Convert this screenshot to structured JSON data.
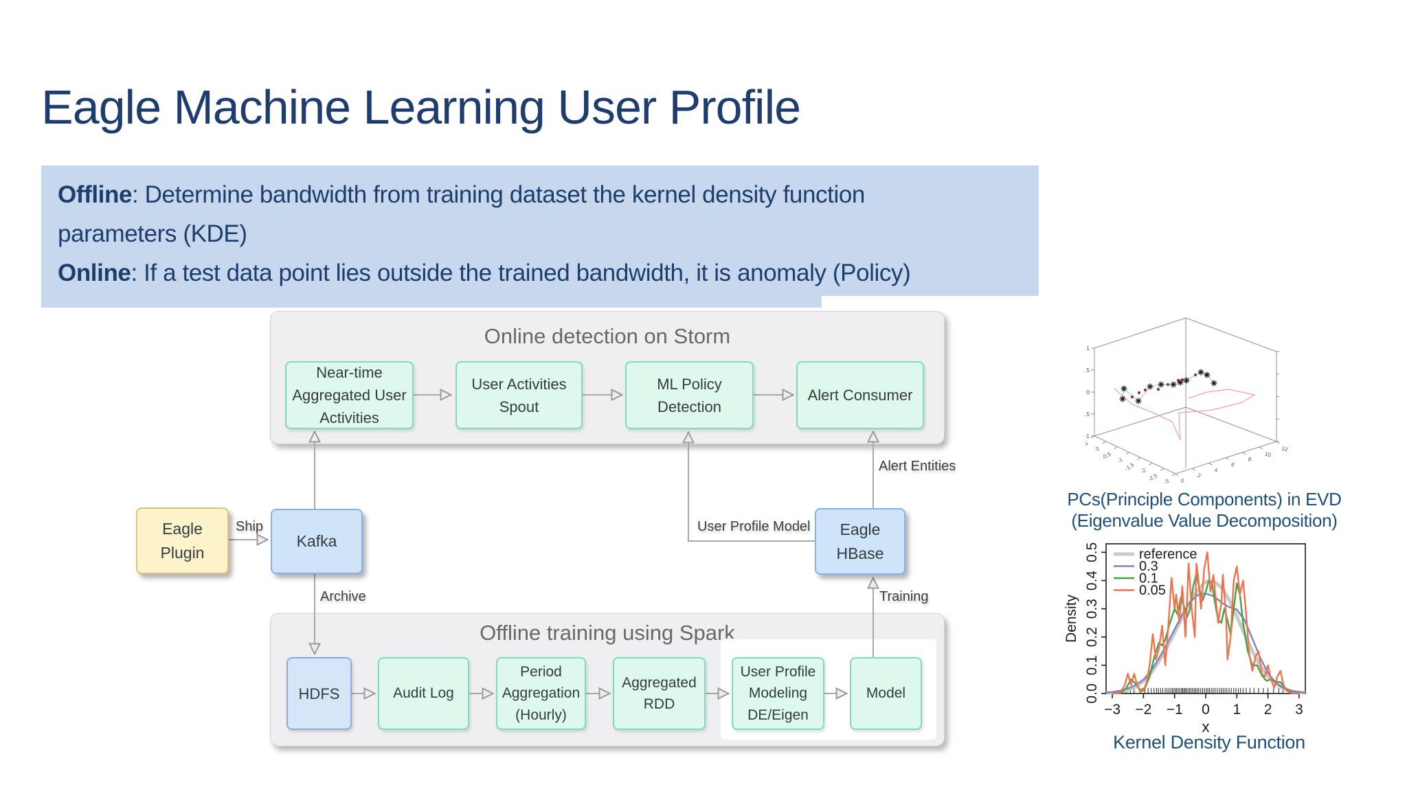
{
  "slide": {
    "title": "Eagle Machine Learning User Profile",
    "callout": {
      "offline_label": "Offline",
      "offline_text_line1": ": Determine bandwidth from training dataset the kernel density function",
      "offline_text_line2": "parameters (KDE)",
      "online_label": "Online",
      "online_text": ": If a test data point lies outside the trained bandwidth, it is anomaly (Policy)"
    }
  },
  "diagram": {
    "storm": {
      "title": "Online detection on Storm",
      "nodes": [
        "Near-time Aggregated User Activities",
        "User Activities Spout",
        "ML Policy Detection",
        "Alert Consumer"
      ]
    },
    "spark": {
      "title": "Offline training using Spark",
      "nodes": [
        "HDFS",
        "Audit Log",
        "Period Aggregation (Hourly)",
        "Aggregated RDD",
        "User Profile Modeling DE/Eigen",
        "Model"
      ]
    },
    "standalone_nodes": {
      "eagle_plugin": "Eagle Plugin",
      "kafka": "Kafka",
      "eagle_hbase": "Eagle HBase"
    },
    "edge_labels": {
      "ship": "Ship",
      "archive": "Archive",
      "user_profile_model": "User Profile Model",
      "alert_entities": "Alert Entities",
      "training": "Training"
    }
  },
  "figures": {
    "pcs_caption_line1": "PCs(Principle Components) in EVD",
    "pcs_caption_line2": "(Eigenvalue Value Decomposition)",
    "kde_caption": "Kernel Density Function"
  },
  "colors": {
    "title_navy": "#1e3c6e",
    "callout_bg": "#c6d7ee",
    "caption_blue": "#1f4e79",
    "container_gray": "#efeef0",
    "mint_fill": "#def8ee",
    "mint_border": "#7edcba",
    "blue_fill": "#cfe3f9",
    "blue_border": "#85b2ec",
    "yellow_fill": "#fcf3cb",
    "yellow_border": "#dcc27c",
    "arrow_gray": "#a8a8a8"
  },
  "chart_data": [
    {
      "type": "scatter",
      "subtype": "3d-scatter-projection",
      "caption": "PCs(Principle Components) in EVD (Eigenvalue Value Decomposition)",
      "z_ticks": [
        "1",
        "0.5",
        "0",
        "-0.5",
        "-1"
      ],
      "x_ticks": [
        "0.5",
        "0",
        "-0.5",
        "-1",
        "-1.5",
        "-2",
        "-2.5",
        "-3"
      ],
      "y_ticks": [
        "0",
        "2",
        "4",
        "6",
        "8",
        "10",
        "12"
      ],
      "note": "point coordinates are approximate 2D projections read off the rendered plot, in page px",
      "series": [
        {
          "name": "pc-connecting-line",
          "kind": "line",
          "color": "#9fd8e8",
          "points": [
            [
              1634,
              581
            ],
            [
              1636,
              566
            ],
            [
              1657,
              584
            ],
            [
              1674,
              563
            ],
            [
              1690,
              560
            ],
            [
              1708,
              560
            ],
            [
              1718,
              557
            ],
            [
              1727,
              554
            ],
            [
              1748,
              542
            ],
            [
              1757,
              546
            ],
            [
              1767,
              558
            ]
          ]
        },
        {
          "name": "trajectory-line",
          "kind": "line",
          "color": "#f2a2ae",
          "points": [
            [
              1622,
              566
            ],
            [
              1648,
              589
            ],
            [
              1678,
              601
            ],
            [
              1706,
              614
            ],
            [
              1718,
              641
            ],
            [
              1716,
              601
            ],
            [
              1745,
              599
            ],
            [
              1765,
              597
            ],
            [
              1808,
              586
            ],
            [
              1826,
              575
            ],
            [
              1788,
              567
            ],
            [
              1757,
              571
            ],
            [
              1730,
              580
            ]
          ]
        },
        {
          "name": "observation-dots",
          "kind": "dot",
          "color": "#b02424",
          "points": [
            [
              1648,
              578
            ],
            [
              1658,
              572
            ],
            [
              1667,
              568
            ],
            [
              1686,
              567
            ],
            [
              1700,
              560
            ],
            [
              1715,
              554
            ],
            [
              1721,
              553
            ],
            [
              1740,
              546
            ],
            [
              1756,
              546
            ]
          ]
        },
        {
          "name": "principal-component-markers",
          "kind": "asterisk",
          "color": "#1a1a1a",
          "points": [
            [
              1636,
              566
            ],
            [
              1634,
              581
            ],
            [
              1657,
              584
            ],
            [
              1674,
              563
            ],
            [
              1690,
              560
            ],
            [
              1708,
              560
            ],
            [
              1718,
              557
            ],
            [
              1727,
              554
            ],
            [
              1748,
              542
            ],
            [
              1757,
              546
            ],
            [
              1767,
              558
            ]
          ]
        }
      ]
    },
    {
      "type": "line",
      "title": "",
      "xlabel": "x",
      "ylabel": "Density",
      "xlim": [
        -3.2,
        3.2
      ],
      "ylim": [
        0,
        0.53
      ],
      "x_ticks": [
        -3,
        -2,
        -1,
        0,
        1,
        2,
        3
      ],
      "x_tick_labels": [
        "−3",
        "−2",
        "−1",
        "0",
        "1",
        "2",
        "3"
      ],
      "y_ticks": [
        0.0,
        0.1,
        0.2,
        0.3,
        0.4,
        0.5
      ],
      "y_tick_labels": [
        "0.0",
        "0.1",
        "0.2",
        "0.3",
        "0.4",
        "0.5"
      ],
      "legend_position": "top-left",
      "grid": false,
      "caption": "Kernel Density Function",
      "series": [
        {
          "name": "reference",
          "color": "#c9c9c9",
          "width": 5,
          "points": [
            [
              -3.2,
              0.002
            ],
            [
              -3,
              0.003
            ],
            [
              -2.75,
              0.006
            ],
            [
              -2.5,
              0.012
            ],
            [
              -2.25,
              0.024
            ],
            [
              -2,
              0.044
            ],
            [
              -1.75,
              0.074
            ],
            [
              -1.5,
              0.114
            ],
            [
              -1.25,
              0.162
            ],
            [
              -1,
              0.215
            ],
            [
              -0.75,
              0.27
            ],
            [
              -0.5,
              0.322
            ],
            [
              -0.25,
              0.368
            ],
            [
              0,
              0.396
            ],
            [
              0.25,
              0.398
            ],
            [
              0.5,
              0.376
            ],
            [
              0.75,
              0.332
            ],
            [
              1,
              0.273
            ],
            [
              1.25,
              0.21
            ],
            [
              1.5,
              0.15
            ],
            [
              1.75,
              0.099
            ],
            [
              2,
              0.061
            ],
            [
              2.25,
              0.035
            ],
            [
              2.5,
              0.018
            ],
            [
              2.75,
              0.009
            ],
            [
              3,
              0.004
            ],
            [
              3.2,
              0.002
            ]
          ]
        },
        {
          "name": "0.3",
          "color": "#7b80c7",
          "width": 2.4,
          "points": [
            [
              -3.2,
              0.003
            ],
            [
              -3,
              0.005
            ],
            [
              -2.75,
              0.01
            ],
            [
              -2.5,
              0.018
            ],
            [
              -2.25,
              0.03
            ],
            [
              -2,
              0.049
            ],
            [
              -1.75,
              0.081
            ],
            [
              -1.5,
              0.125
            ],
            [
              -1.25,
              0.174
            ],
            [
              -1,
              0.227
            ],
            [
              -0.75,
              0.28
            ],
            [
              -0.5,
              0.325
            ],
            [
              -0.25,
              0.349
            ],
            [
              0,
              0.354
            ],
            [
              0.25,
              0.345
            ],
            [
              0.5,
              0.323
            ],
            [
              0.75,
              0.306
            ],
            [
              1,
              0.297
            ],
            [
              1.25,
              0.26
            ],
            [
              1.5,
              0.194
            ],
            [
              1.75,
              0.127
            ],
            [
              2,
              0.073
            ],
            [
              2.25,
              0.038
            ],
            [
              2.5,
              0.019
            ],
            [
              2.75,
              0.009
            ],
            [
              3,
              0.005
            ],
            [
              3.2,
              0.003
            ]
          ]
        },
        {
          "name": "0.1",
          "color": "#44a044",
          "width": 2.4,
          "points": [
            [
              -3,
              0
            ],
            [
              -2.7,
              0.004
            ],
            [
              -2.55,
              0.02
            ],
            [
              -2.4,
              0.05
            ],
            [
              -2.25,
              0.035
            ],
            [
              -2.1,
              0.012
            ],
            [
              -1.95,
              0.02
            ],
            [
              -1.8,
              0.06
            ],
            [
              -1.65,
              0.13
            ],
            [
              -1.5,
              0.18
            ],
            [
              -1.4,
              0.17
            ],
            [
              -1.3,
              0.19
            ],
            [
              -1.15,
              0.25
            ],
            [
              -1,
              0.3
            ],
            [
              -0.9,
              0.28
            ],
            [
              -0.8,
              0.34
            ],
            [
              -0.7,
              0.31
            ],
            [
              -0.6,
              0.27
            ],
            [
              -0.5,
              0.3
            ],
            [
              -0.4,
              0.38
            ],
            [
              -0.3,
              0.425
            ],
            [
              -0.2,
              0.37
            ],
            [
              -0.1,
              0.33
            ],
            [
              0,
              0.36
            ],
            [
              0.1,
              0.4
            ],
            [
              0.2,
              0.39
            ],
            [
              0.3,
              0.32
            ],
            [
              0.4,
              0.26
            ],
            [
              0.5,
              0.25
            ],
            [
              0.6,
              0.3
            ],
            [
              0.7,
              0.26
            ],
            [
              0.8,
              0.21
            ],
            [
              0.9,
              0.3
            ],
            [
              1,
              0.39
            ],
            [
              1.1,
              0.35
            ],
            [
              1.2,
              0.25
            ],
            [
              1.35,
              0.15
            ],
            [
              1.5,
              0.1
            ],
            [
              1.65,
              0.1
            ],
            [
              1.8,
              0.065
            ],
            [
              1.95,
              0.045
            ],
            [
              2.1,
              0.05
            ],
            [
              2.25,
              0.042
            ],
            [
              2.4,
              0.04
            ],
            [
              2.55,
              0.02
            ],
            [
              2.7,
              0.006
            ],
            [
              2.85,
              0.001
            ],
            [
              3,
              0
            ]
          ]
        },
        {
          "name": "0.05",
          "color": "#ee7450",
          "width": 2.4,
          "points": [
            [
              -3,
              0
            ],
            [
              -2.75,
              0.002
            ],
            [
              -2.6,
              0.03
            ],
            [
              -2.5,
              0.07
            ],
            [
              -2.4,
              0.03
            ],
            [
              -2.3,
              0.07
            ],
            [
              -2.2,
              0.03
            ],
            [
              -2.1,
              0.005
            ],
            [
              -2,
              0.01
            ],
            [
              -1.9,
              0.04
            ],
            [
              -1.8,
              0.1
            ],
            [
              -1.7,
              0.21
            ],
            [
              -1.6,
              0.12
            ],
            [
              -1.5,
              0.16
            ],
            [
              -1.4,
              0.24
            ],
            [
              -1.3,
              0.1
            ],
            [
              -1.2,
              0.24
            ],
            [
              -1.1,
              0.41
            ],
            [
              -1,
              0.3
            ],
            [
              -0.95,
              0.35
            ],
            [
              -0.85,
              0.25
            ],
            [
              -0.75,
              0.38
            ],
            [
              -0.65,
              0.2
            ],
            [
              -0.55,
              0.46
            ],
            [
              -0.45,
              0.3
            ],
            [
              -0.35,
              0.2
            ],
            [
              -0.3,
              0.46
            ],
            [
              -0.25,
              0.42
            ],
            [
              -0.15,
              0.3
            ],
            [
              -0.05,
              0.44
            ],
            [
              0.05,
              0.5
            ],
            [
              0.15,
              0.36
            ],
            [
              0.25,
              0.42
            ],
            [
              0.3,
              0.36
            ],
            [
              0.4,
              0.25
            ],
            [
              0.5,
              0.32
            ],
            [
              0.55,
              0.42
            ],
            [
              0.65,
              0.28
            ],
            [
              0.7,
              0.12
            ],
            [
              0.8,
              0.2
            ],
            [
              0.9,
              0.4
            ],
            [
              1,
              0.45
            ],
            [
              1.1,
              0.35
            ],
            [
              1.2,
              0.4
            ],
            [
              1.3,
              0.28
            ],
            [
              1.4,
              0.14
            ],
            [
              1.5,
              0.08
            ],
            [
              1.6,
              0.13
            ],
            [
              1.7,
              0.15
            ],
            [
              1.8,
              0.07
            ],
            [
              1.9,
              0.06
            ],
            [
              2,
              0.1
            ],
            [
              2.1,
              0.05
            ],
            [
              2.2,
              0.02
            ],
            [
              2.3,
              0.06
            ],
            [
              2.4,
              0.08
            ],
            [
              2.5,
              0.03
            ],
            [
              2.6,
              0.01
            ],
            [
              2.75,
              0.002
            ],
            [
              3,
              0
            ]
          ]
        }
      ],
      "rug_x": [
        -2.55,
        -2.42,
        -2.3,
        -1.95,
        -1.85,
        -1.75,
        -1.66,
        -1.58,
        -1.52,
        -1.45,
        -1.38,
        -1.3,
        -1.24,
        -1.18,
        -1.12,
        -1.07,
        -1.02,
        -0.97,
        -0.93,
        -0.88,
        -0.83,
        -0.78,
        -0.74,
        -0.7,
        -0.66,
        -0.62,
        -0.57,
        -0.52,
        -0.47,
        -0.42,
        -0.37,
        -0.32,
        -0.27,
        -0.22,
        -0.16,
        -0.1,
        -0.04,
        0.02,
        0.07,
        0.12,
        0.18,
        0.24,
        0.3,
        0.37,
        0.44,
        0.5,
        0.56,
        0.62,
        0.68,
        0.75,
        0.82,
        0.9,
        0.97,
        1.05,
        1.12,
        1.2,
        1.3,
        1.42,
        1.55,
        1.7,
        1.85,
        2.0,
        2.18,
        2.35,
        2.48
      ]
    }
  ]
}
